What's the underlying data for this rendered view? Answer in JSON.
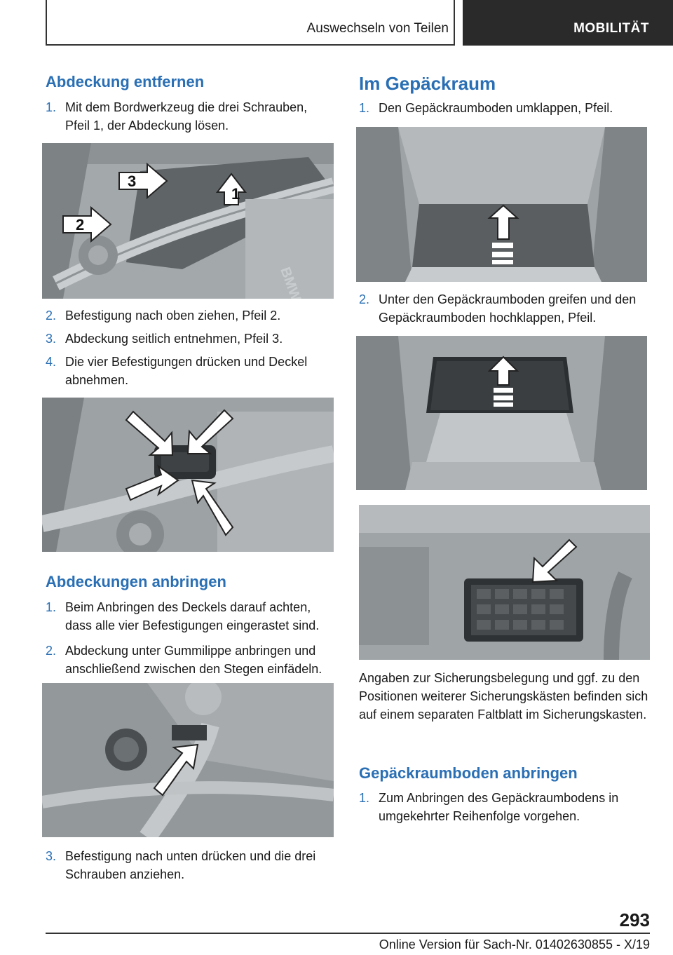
{
  "header": {
    "section": "Auswechseln von Teilen",
    "chapter": "MOBILITÄT"
  },
  "left": {
    "heading1": "Abdeckung entfernen",
    "steps1": [
      {
        "num": "1.",
        "text": "Mit dem Bordwerkzeug die drei Schrauben, Pfeil 1, der Abdeckung lösen."
      },
      {
        "num": "2.",
        "text": "Befestigung nach oben ziehen, Pfeil 2."
      },
      {
        "num": "3.",
        "text": "Abdeckung seitlich entnehmen, Pfeil 3."
      },
      {
        "num": "4.",
        "text": "Die vier Befestigungen drücken und Deckel abnehmen."
      }
    ],
    "photo1_labels": {
      "a": "1",
      "b": "2",
      "c": "3",
      "brand": "BMW"
    },
    "heading2": "Abdeckungen anbringen",
    "steps2": [
      {
        "num": "1.",
        "text": "Beim Anbringen des Deckels darauf achten, dass alle vier Befestigungen eingerastet sind."
      },
      {
        "num": "2.",
        "text": "Abdeckung unter Gummilippe anbringen und anschließend zwischen den Stegen einfädeln."
      },
      {
        "num": "3.",
        "text": "Befestigung nach unten drücken und die drei Schrauben anziehen."
      }
    ]
  },
  "right": {
    "heading1": "Im Gepäckraum",
    "steps1": [
      {
        "num": "1.",
        "text": "Den Gepäckraumboden umklappen, Pfeil."
      },
      {
        "num": "2.",
        "text": "Unter den Gepäckraumboden greifen und den Gepäckraumboden hochklappen, Pfeil."
      }
    ],
    "info": "Angaben zur Sicherungsbelegung und ggf. zu den Positionen weiterer Sicherungskästen befinden sich auf einem separaten Faltblatt im Sicherungskasten.",
    "heading2": "Gepäckraumboden anbringen",
    "steps2": [
      {
        "num": "1.",
        "text": "Zum Anbringen des Gepäckraumbodens in umgekehrter Reihenfolge vorgehen."
      }
    ]
  },
  "footer": {
    "page": "293",
    "online": "Online Version für Sach-Nr. 01402630855 - X/19"
  }
}
